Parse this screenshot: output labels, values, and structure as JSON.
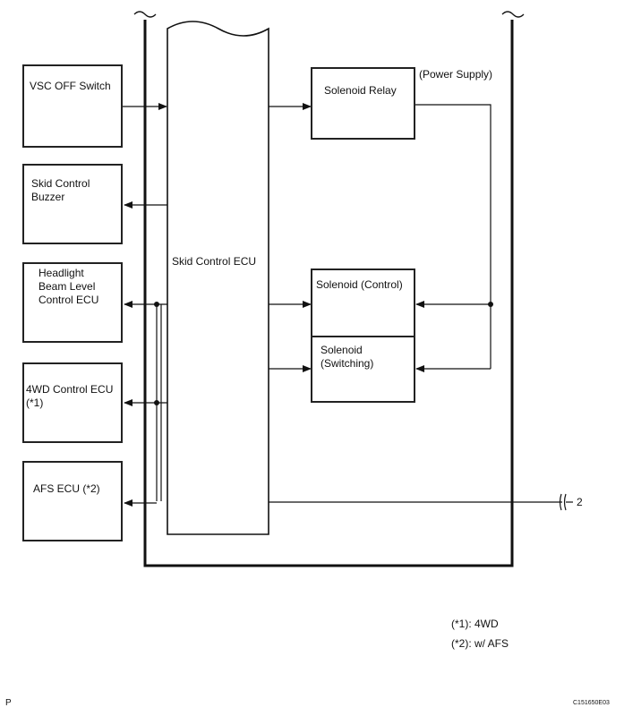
{
  "blocks": {
    "vsc_off_switch": "VSC OFF Switch",
    "skid_control_buzzer": "Skid Control\nBuzzer",
    "headlight_ecu": "Headlight\nBeam Level\nControl ECU",
    "fourwd_ecu": "4WD Control ECU\n(*1)",
    "afs_ecu": "AFS ECU (*2)",
    "skid_control_ecu": "Skid Control ECU",
    "solenoid_relay": "Solenoid Relay",
    "solenoid_control": "Solenoid (Control)",
    "solenoid_switching": "Solenoid\n(Switching)"
  },
  "annotations": {
    "power_supply": "(Power Supply)",
    "connector_2": "2"
  },
  "notes": {
    "note1": "(*1): 4WD",
    "note2": "(*2): w/ AFS"
  },
  "footer": {
    "page_letter": "P",
    "figure_code": "C151650E03"
  }
}
